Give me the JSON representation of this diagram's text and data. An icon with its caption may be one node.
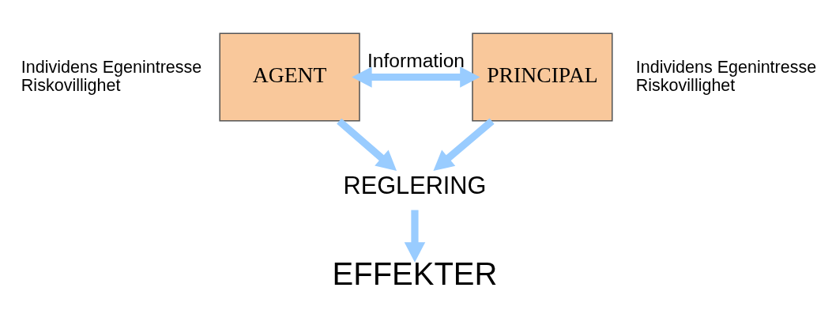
{
  "diagram": {
    "nodes": [
      {
        "text": [
          "AGENT"
        ],
        "beside": [
          "Individens Egenintresse Riskovillighet"
        ]
      },
      {
        "text": [
          "PRINCIPAL"
        ],
        "beside": [
          "Individens Egenintresse Riskovillighet"
        ]
      },
      {
        "text": [
          "REGLERING"
        ]
      },
      {
        "text": [
          "EFFEKTER"
        ]
      }
    ],
    "edges": [
      {
        "from": 0,
        "to": 1,
        "arrow": "both",
        "label": "Information"
      },
      {
        "from": 0,
        "to": 2,
        "arrow": "to"
      },
      {
        "from": 1,
        "to": 2,
        "arrow": "to"
      },
      {
        "from": 2,
        "to": 3,
        "arrow": "to"
      }
    ]
  }
}
